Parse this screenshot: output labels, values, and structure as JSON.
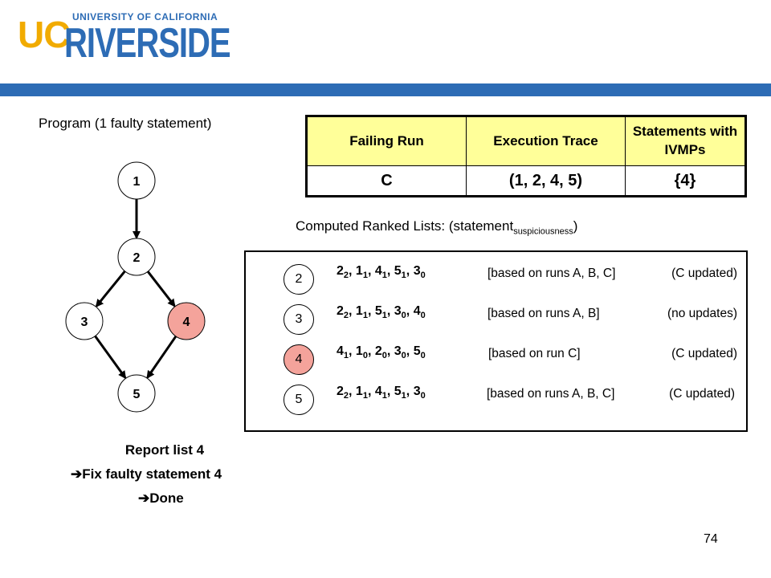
{
  "logo": {
    "university": "UNIVERSITY OF CALIFORNIA",
    "uc": "UC",
    "riverside": "RIVERSIDE",
    "brand_blue": "#2d6cb5",
    "brand_gold": "#f1ab00"
  },
  "program_title": "Program (1 faulty statement)",
  "graph": {
    "nodes": [
      {
        "id": "1",
        "label": "1",
        "highlighted": false
      },
      {
        "id": "2",
        "label": "2",
        "highlighted": false
      },
      {
        "id": "3",
        "label": "3",
        "highlighted": false
      },
      {
        "id": "4",
        "label": "4",
        "highlighted": true
      },
      {
        "id": "5",
        "label": "5",
        "highlighted": false
      }
    ],
    "edges": [
      [
        "1",
        "2"
      ],
      [
        "2",
        "3"
      ],
      [
        "2",
        "4"
      ],
      [
        "3",
        "5"
      ],
      [
        "4",
        "5"
      ]
    ],
    "highlight_color": "#f4a39b"
  },
  "table": {
    "headers": [
      "Failing Run",
      "Execution Trace",
      "Statements with IVMPs"
    ],
    "header_bg": "#ffff99",
    "rows": [
      [
        "C",
        "(1, 2, 4, 5)",
        "{4}"
      ]
    ]
  },
  "ranked": {
    "title_main": "Computed Ranked Lists: (statement",
    "title_sub": "suspiciousness",
    "title_end": ")",
    "rows": [
      {
        "node": "2",
        "highlighted": false,
        "list": [
          [
            "2",
            "2"
          ],
          [
            "1",
            "1"
          ],
          [
            "4",
            "1"
          ],
          [
            "5",
            "1"
          ],
          [
            "3",
            "0"
          ]
        ],
        "basis": "[based on runs A, B, C]",
        "update": "(C updated)"
      },
      {
        "node": "3",
        "highlighted": false,
        "list": [
          [
            "2",
            "2"
          ],
          [
            "1",
            "1"
          ],
          [
            "5",
            "1"
          ],
          [
            "3",
            "0"
          ],
          [
            "4",
            "0"
          ]
        ],
        "basis": "[based on runs A, B]",
        "update": "(no updates)"
      },
      {
        "node": "4",
        "highlighted": true,
        "list": [
          [
            "4",
            "1"
          ],
          [
            "1",
            "0"
          ],
          [
            "2",
            "0"
          ],
          [
            "3",
            "0"
          ],
          [
            "5",
            "0"
          ]
        ],
        "basis": "[based on run C]",
        "update": "(C updated)"
      },
      {
        "node": "5",
        "highlighted": false,
        "list": [
          [
            "2",
            "2"
          ],
          [
            "1",
            "1"
          ],
          [
            "4",
            "1"
          ],
          [
            "5",
            "1"
          ],
          [
            "3",
            "0"
          ]
        ],
        "basis": "[based on runs A, B, C]",
        "update": "(C updated)"
      }
    ]
  },
  "report": {
    "line1": "Report list 4",
    "line2": "Fix faulty statement 4",
    "line3": "Done",
    "arrow": "➔"
  },
  "page_number": "74"
}
